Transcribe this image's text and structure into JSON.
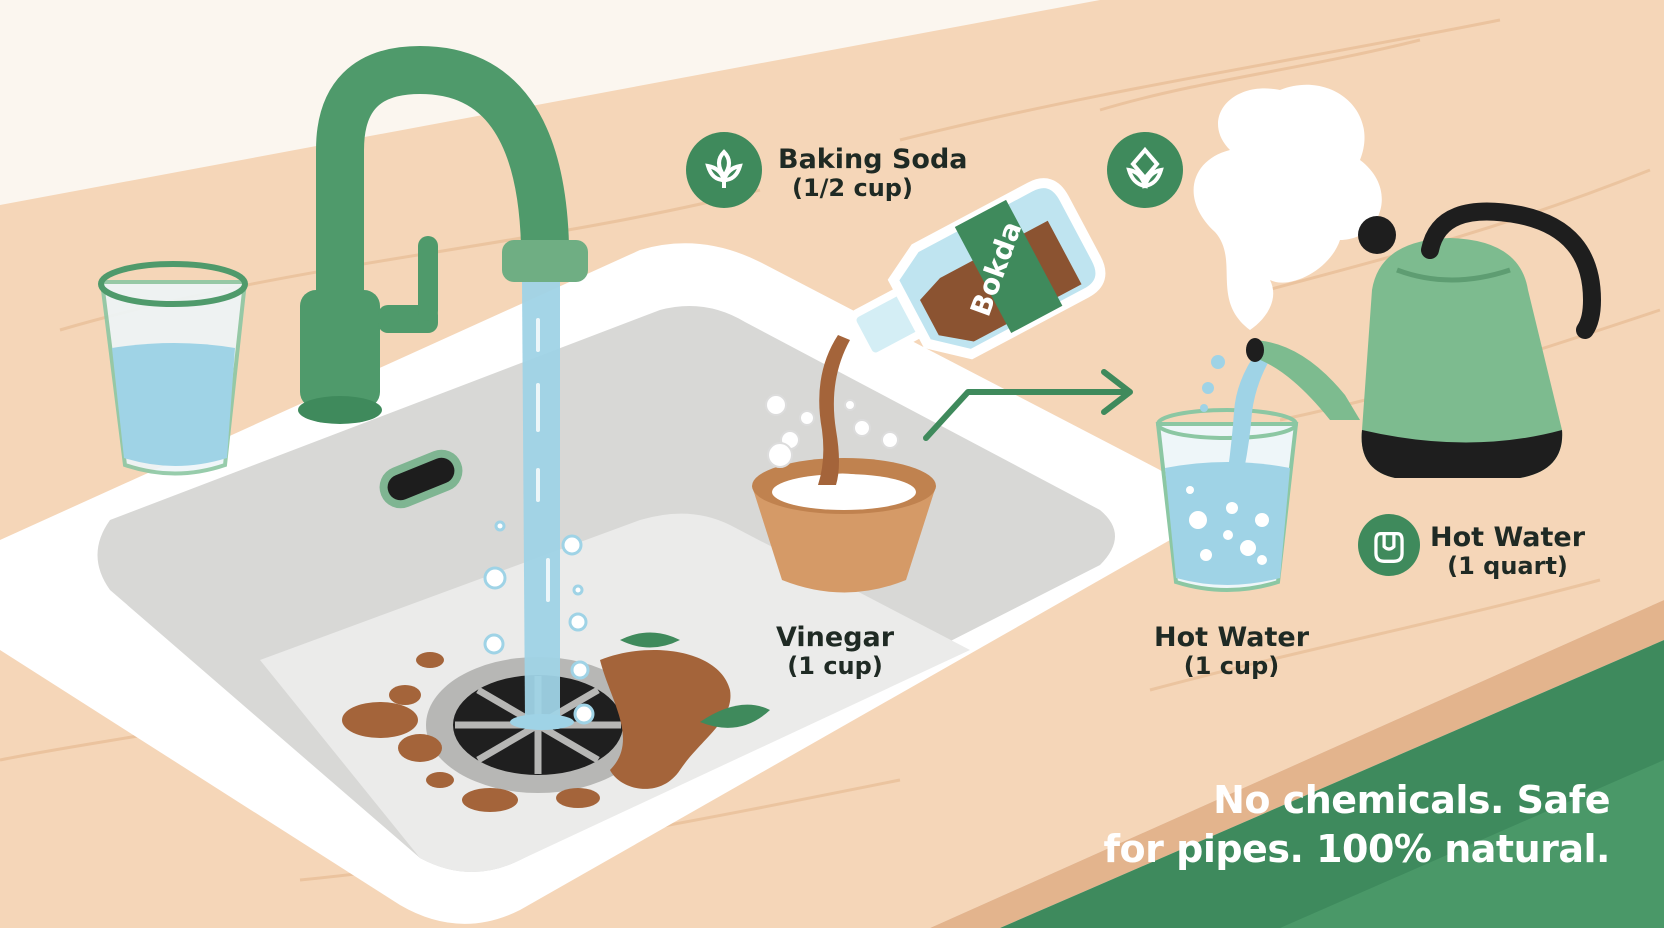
{
  "labels": {
    "baking_soda": {
      "name": "Baking Soda",
      "amount": "(1/2 cup)"
    },
    "vinegar": {
      "name": "Vinegar",
      "amount": "(1 cup)"
    },
    "hot_water_cup": {
      "name": "Hot Water",
      "amount": "(1 cup)"
    },
    "hot_water_quart": {
      "name": "Hot Water",
      "amount": "(1 quart)"
    }
  },
  "bottle_label": "Bokda",
  "tagline": {
    "line1": "No chemicals. Safe",
    "line2": "for pipes. 100% natural."
  },
  "icons": {
    "baking_soda_icon": "leaf-icon",
    "kettle_icon": "leaf-diamond-icon",
    "hot_water_icon": "water-drop-icon"
  },
  "colors": {
    "accent_green": "#3f8a5c",
    "faucet_green": "#4f9a6b",
    "kettle_green": "#7dbb8f",
    "counter": "#f5d6b8",
    "water": "#9fd3e6",
    "vinegar_brown": "#a4643a"
  }
}
